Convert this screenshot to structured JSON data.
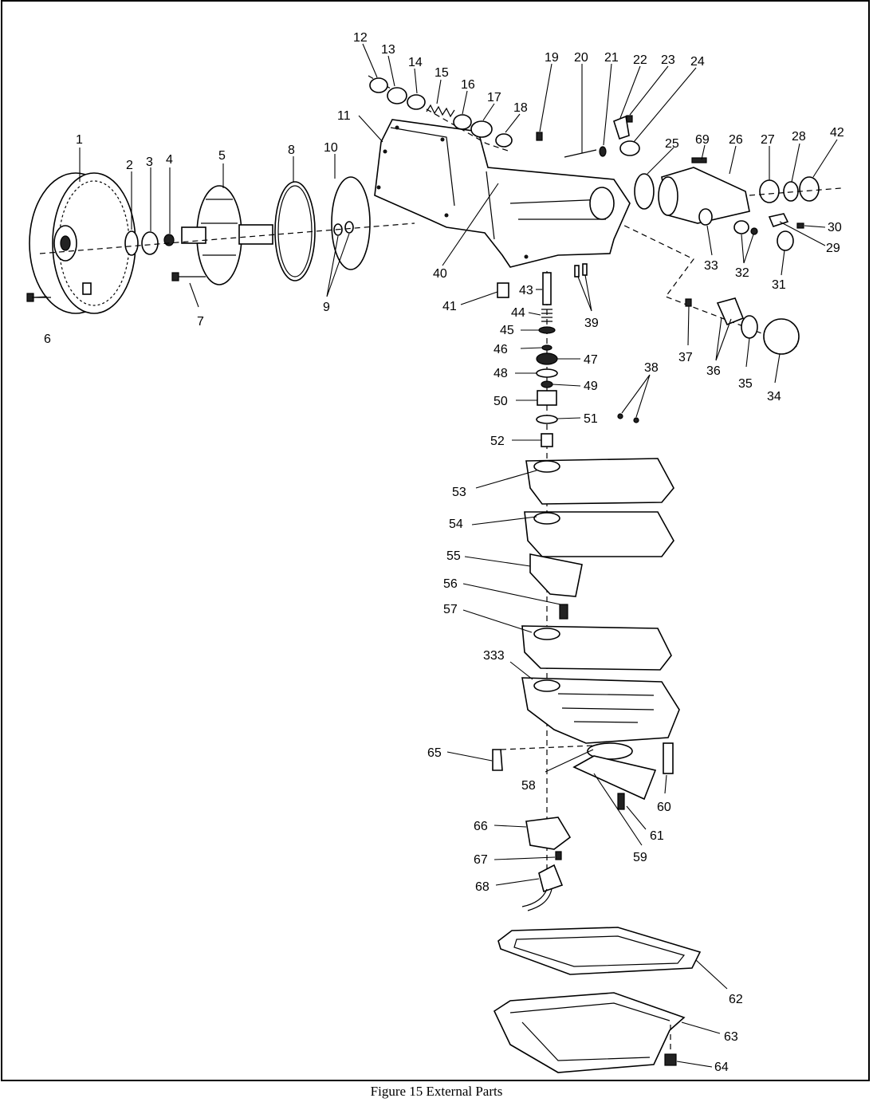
{
  "caption": "Figure 15 External Parts",
  "callouts": {
    "n1": "1",
    "n2": "2",
    "n3": "3",
    "n4": "4",
    "n5": "5",
    "n6": "6",
    "n7": "7",
    "n8": "8",
    "n9": "9",
    "n10": "10",
    "n11": "11",
    "n12": "12",
    "n13": "13",
    "n14": "14",
    "n15": "15",
    "n16": "16",
    "n17": "17",
    "n18": "18",
    "n19": "19",
    "n20": "20",
    "n21": "21",
    "n22": "22",
    "n23": "23",
    "n24": "24",
    "n25": "25",
    "n26": "26",
    "n27": "27",
    "n28": "28",
    "n29": "29",
    "n30": "30",
    "n31": "31",
    "n32": "32",
    "n33": "33",
    "n34": "34",
    "n35": "35",
    "n36": "36",
    "n37": "37",
    "n38": "38",
    "n39": "39",
    "n40": "40",
    "n41": "41",
    "n42": "42",
    "n43": "43",
    "n44": "44",
    "n45": "45",
    "n46": "46",
    "n47": "47",
    "n48": "48",
    "n49": "49",
    "n50": "50",
    "n51": "51",
    "n52": "52",
    "n53": "53",
    "n54": "54",
    "n55": "55",
    "n56": "56",
    "n57": "57",
    "n58": "58",
    "n59": "59",
    "n60": "60",
    "n61": "61",
    "n62": "62",
    "n63": "63",
    "n64": "64",
    "n65": "65",
    "n66": "66",
    "n67": "67",
    "n68": "68",
    "n69": "69",
    "n333": "333"
  }
}
